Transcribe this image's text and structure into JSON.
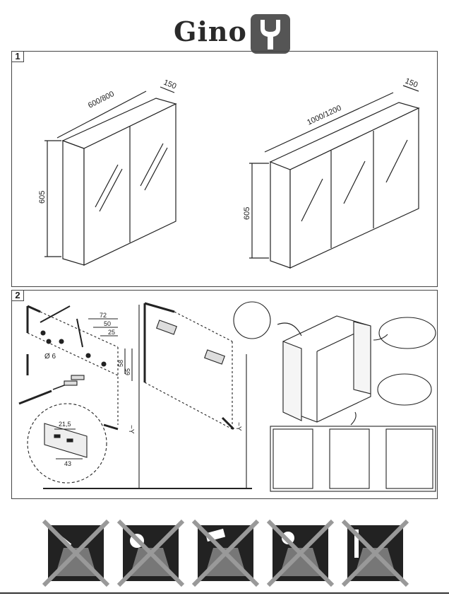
{
  "header": {
    "brand": "Gino",
    "logo_icon": "wrench-icon"
  },
  "step1": {
    "label": "1",
    "cabinet_small": {
      "width": "600/800",
      "depth": "150",
      "height": "605"
    },
    "cabinet_large": {
      "width": "1000/1200",
      "depth": "150",
      "height": "605"
    }
  },
  "step2": {
    "label": "2",
    "template": {
      "dim_72": "72",
      "dim_50": "50",
      "dim_25": "25",
      "dim_58": "58",
      "dim_65": "65",
      "drill": "Ø 6",
      "level_1": "~Y",
      "level_2": "~Y"
    },
    "bracket": {
      "dim_21": "21,5",
      "dim_43": "43"
    }
  },
  "warnings": [
    {
      "icon": "no-solvent-spray-icon"
    },
    {
      "icon": "no-sunlight-icon"
    },
    {
      "icon": "no-water-pouring-icon"
    },
    {
      "icon": "no-shower-spray-icon"
    },
    {
      "icon": "no-heat-icon"
    }
  ]
}
